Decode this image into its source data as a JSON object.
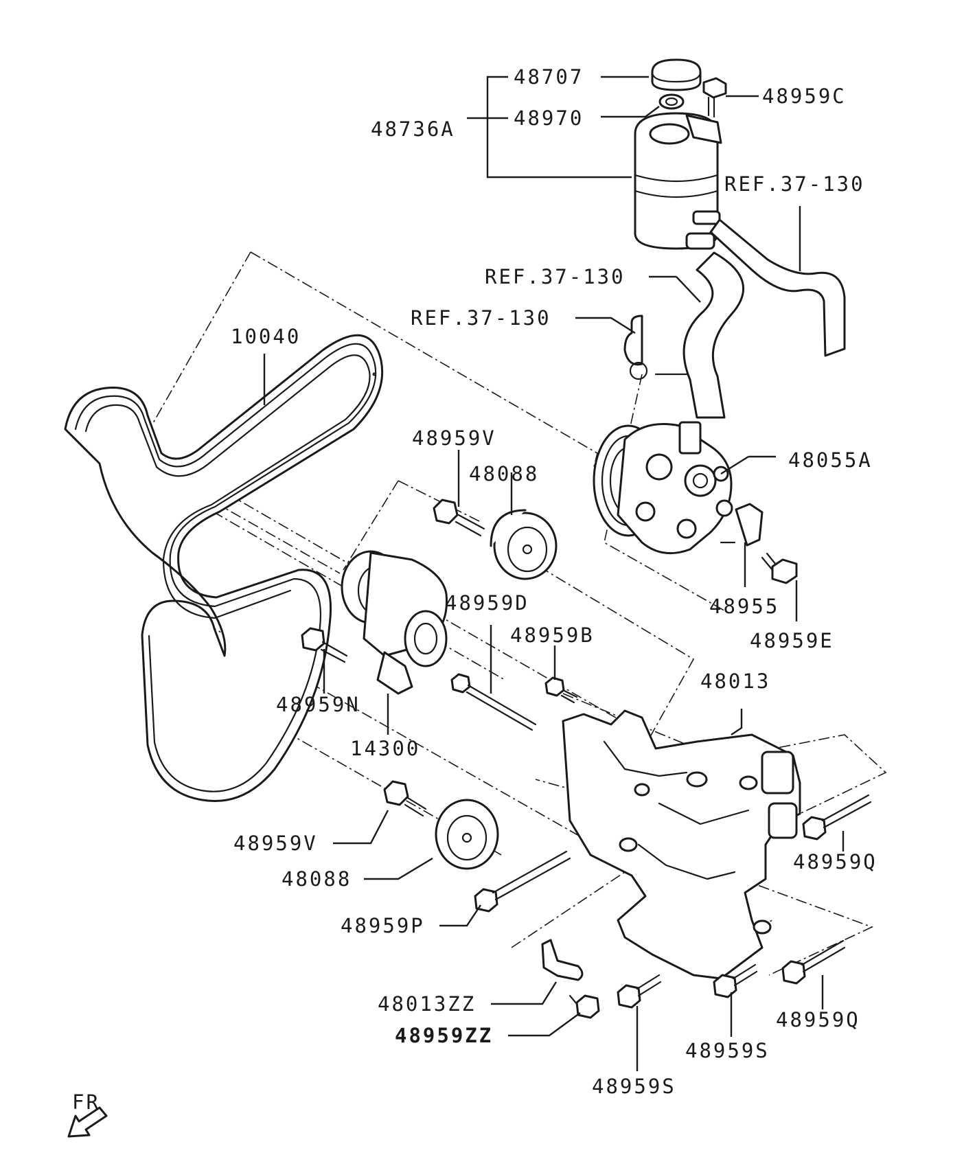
{
  "labels": {
    "l48707": "48707",
    "l48970": "48970",
    "l48736A": "48736A",
    "l48959C": "48959C",
    "ref1": "REF.37-130",
    "ref2": "REF.37-130",
    "ref3": "REF.37-130",
    "l10040": "10040",
    "l48959V_top": "48959V",
    "l48088_top": "48088",
    "l48055A": "48055A",
    "l48955": "48955",
    "l48959E": "48959E",
    "l48959D": "48959D",
    "l48959B": "48959B",
    "l48013": "48013",
    "l48959N": "48959N",
    "l14300": "14300",
    "l48959V_bot": "48959V",
    "l48088_bot": "48088",
    "l48959Q_top": "48959Q",
    "l48959P": "48959P",
    "l48013ZZ": "48013ZZ",
    "l48959ZZ": "48959ZZ",
    "l48959Q_bot": "48959Q",
    "l48959S_right": "48959S",
    "l48959S_bot": "48959S",
    "fr": "FR"
  }
}
